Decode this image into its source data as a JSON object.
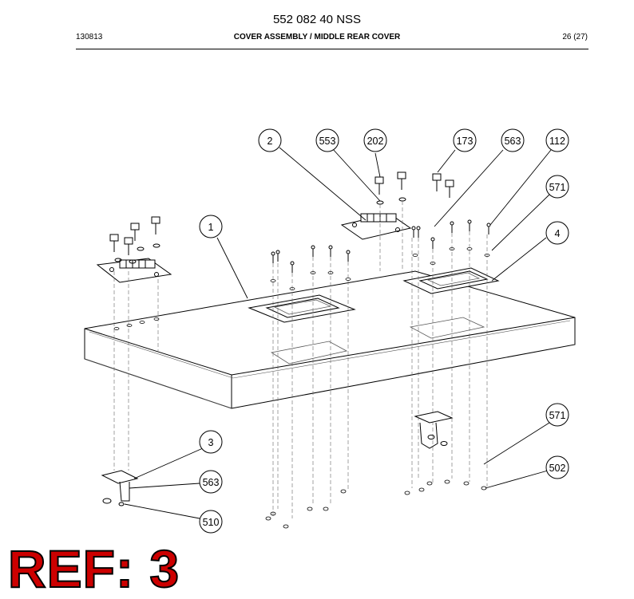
{
  "header": {
    "part_number": "552 082 40 NSS",
    "date_code": "130813",
    "section_title": "COVER ASSEMBLY / MIDDLE REAR COVER",
    "page": "26 (27)"
  },
  "callouts": [
    {
      "id": "c1",
      "label": "1"
    },
    {
      "id": "c2",
      "label": "2"
    },
    {
      "id": "c553",
      "label": "553"
    },
    {
      "id": "c202",
      "label": "202"
    },
    {
      "id": "c173",
      "label": "173"
    },
    {
      "id": "c563a",
      "label": "563"
    },
    {
      "id": "c112",
      "label": "112"
    },
    {
      "id": "c571a",
      "label": "571"
    },
    {
      "id": "c4",
      "label": "4"
    },
    {
      "id": "c3",
      "label": "3"
    },
    {
      "id": "c563b",
      "label": "563"
    },
    {
      "id": "c510",
      "label": "510"
    },
    {
      "id": "c571b",
      "label": "571"
    },
    {
      "id": "c502",
      "label": "502"
    }
  ],
  "reference": {
    "label": "REF: 3",
    "color": "#cc0000"
  }
}
